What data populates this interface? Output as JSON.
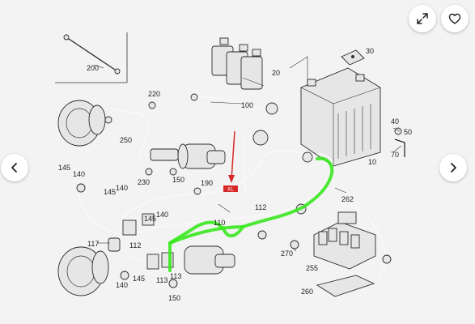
{
  "viewer": {
    "expand_icon": "expand-diagonal-icon",
    "favorite_icon": "heart-icon",
    "prev_icon": "chevron-left-icon",
    "next_icon": "chevron-right-icon"
  },
  "diagram": {
    "callouts": {
      "c200": "200",
      "c30": "30",
      "c20": "20",
      "c220": "220",
      "c100": "100",
      "c250": "250",
      "c40": "40",
      "c50": "50",
      "c70": "70",
      "c10": "10",
      "c145a": "145",
      "c140a": "140",
      "c230": "230",
      "c150a": "150",
      "c190": "190",
      "c145b": "145",
      "c140b": "140",
      "c112a": "112",
      "c262": "262",
      "c145c": "145",
      "c140c": "140",
      "c110": "110",
      "c117": "117",
      "c112b": "112",
      "c270": "270",
      "c255": "255",
      "c140d": "140",
      "c145d": "145",
      "c113a": "113",
      "c113b": "113",
      "c150b": "150",
      "c260": "260"
    },
    "label_tag": "KL"
  },
  "colors": {
    "highlight": "#39e81f",
    "tag_red": "#d62828",
    "arrow_red": "#d62828"
  }
}
